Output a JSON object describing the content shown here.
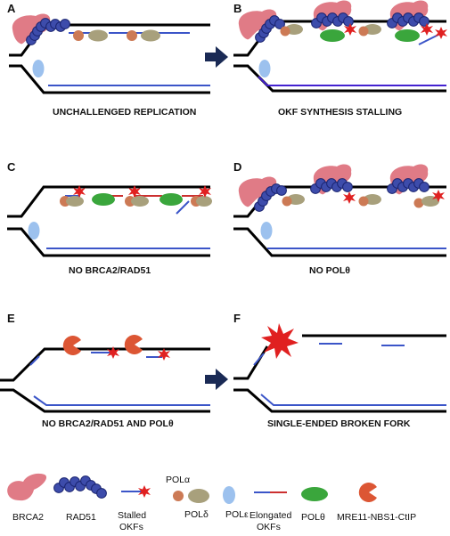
{
  "panels": [
    {
      "letter": "A",
      "caption": "UNCHALLENGED REPLICATION"
    },
    {
      "letter": "B",
      "caption": "OKF SYNTHESIS STALLING"
    },
    {
      "letter": "C",
      "caption": "NO BRCA2/RAD51"
    },
    {
      "letter": "D",
      "caption": "NO POLθ"
    },
    {
      "letter": "E",
      "caption": "NO BRCA2/RAD51 AND POLθ"
    },
    {
      "letter": "F",
      "caption": "SINGLE-ENDED BROKEN FORK"
    }
  ],
  "legend": {
    "brca2": "BRCA2",
    "rad51": "RAD51",
    "stalled": [
      "Stalled",
      "OKFs"
    ],
    "pol_alpha": "POLα",
    "pol_delta": "POLδ",
    "pol_epsilon": "POLε",
    "elongated": [
      "Elongated",
      "OKFs"
    ],
    "pol_theta": "POLθ",
    "mre11": "MRE11-NBS1-CtIP"
  },
  "colors": {
    "brca2": "#e07b86",
    "rad51": "#3d4cab",
    "pol_alpha": "#cc7a55",
    "pol_delta": "#a8a07c",
    "pol_epsilon": "#9cc1ee",
    "pol_theta": "#3aa63c",
    "mre11": "#dc5634",
    "stall": "#e02020",
    "okf": "#3b55c8",
    "dna": "#000000",
    "arrow": "#1a2a55"
  }
}
